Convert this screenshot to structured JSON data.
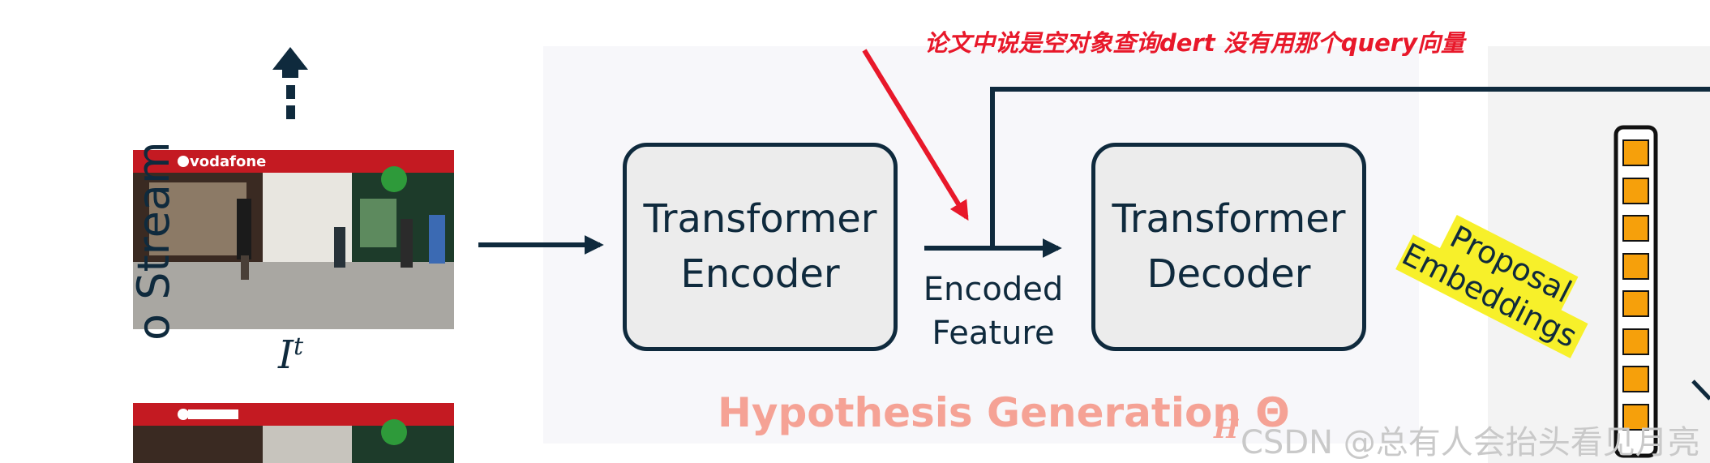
{
  "annotation_text": "论文中说是空对象查询dert 没有用那个query向量",
  "encoder": {
    "label": "Transformer\nEncoder"
  },
  "decoder": {
    "label": "Transformer\nDecoder"
  },
  "encoded_feature_label": "Encoded\nFeature",
  "hypothesis_generation": {
    "title": "Hypothesis Generation Θ",
    "subscript": "H"
  },
  "frame_label": {
    "base": "I",
    "sup": "t"
  },
  "stream_label": "o Stream",
  "proposal_label": "Proposal\nEmbeddings",
  "watermark": "CSDN @总有人会抬头看见月亮",
  "storefront_text": "vodafone",
  "token_count": 8,
  "colors": {
    "navy": "#0f2a3d",
    "box_fill": "#ececec",
    "panel_bg": "#f7f7fa",
    "annotation_red": "#e8182a",
    "hypothesis_salmon": "#f5a295",
    "highlight_yellow": "#f7f02a",
    "token_orange": "#f6a00b"
  }
}
